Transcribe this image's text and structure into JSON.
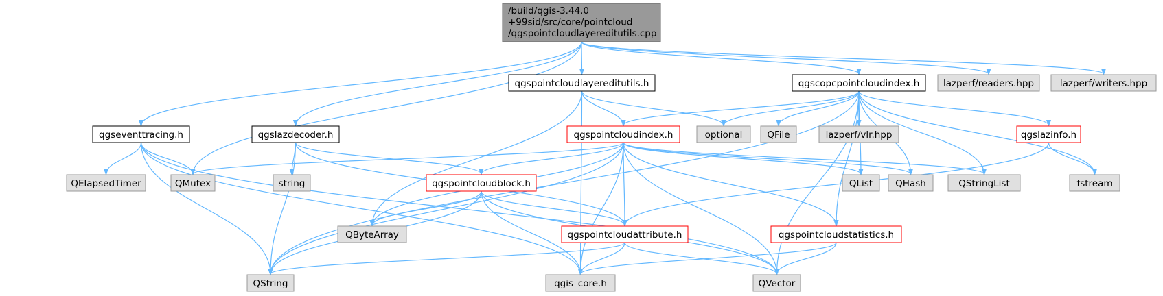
{
  "colors": {
    "root_fill": "#999999",
    "root_stroke": "#666666",
    "header_fill": "#ffffff",
    "header_stroke": "#000000",
    "red_stroke": "#ff0000",
    "external_fill": "#e0e0e0",
    "external_stroke": "#999999",
    "edge": "#63b8ff"
  },
  "nodes": [
    {
      "id": "root",
      "style": "root",
      "lines": [
        "/build/qgis-3.44.0",
        "+99sid/src/core/pointcloud",
        "/qgspointcloudlayereditutils.cpp"
      ]
    },
    {
      "id": "layereditutils_h",
      "style": "header",
      "lines": [
        "qgspointcloudlayereditutils.h"
      ]
    },
    {
      "id": "copcindex_h",
      "style": "header",
      "lines": [
        "qgscopcpointcloudindex.h"
      ]
    },
    {
      "id": "readers_hpp",
      "style": "external",
      "lines": [
        "lazperf/readers.hpp"
      ]
    },
    {
      "id": "writers_hpp",
      "style": "external",
      "lines": [
        "lazperf/writers.hpp"
      ]
    },
    {
      "id": "eventtracing_h",
      "style": "header",
      "lines": [
        "qgseventtracing.h"
      ]
    },
    {
      "id": "lazdecoder_h",
      "style": "header",
      "lines": [
        "qgslazdecoder.h"
      ]
    },
    {
      "id": "pcindex_h",
      "style": "red",
      "lines": [
        "qgspointcloudindex.h"
      ]
    },
    {
      "id": "optional",
      "style": "external",
      "lines": [
        "optional"
      ]
    },
    {
      "id": "qfile",
      "style": "external",
      "lines": [
        "QFile"
      ]
    },
    {
      "id": "vlr_hpp",
      "style": "external",
      "lines": [
        "lazperf/vlr.hpp"
      ]
    },
    {
      "id": "lazinfo_h",
      "style": "red",
      "lines": [
        "qgslazinfo.h"
      ]
    },
    {
      "id": "qelapsedtimer",
      "style": "external",
      "lines": [
        "QElapsedTimer"
      ]
    },
    {
      "id": "qmutex",
      "style": "external",
      "lines": [
        "QMutex"
      ]
    },
    {
      "id": "string",
      "style": "external",
      "lines": [
        "string"
      ]
    },
    {
      "id": "pcblock_h",
      "style": "red",
      "lines": [
        "qgspointcloudblock.h"
      ]
    },
    {
      "id": "qlist",
      "style": "external",
      "lines": [
        "QList"
      ]
    },
    {
      "id": "qhash",
      "style": "external",
      "lines": [
        "QHash"
      ]
    },
    {
      "id": "qstringlist",
      "style": "external",
      "lines": [
        "QStringList"
      ]
    },
    {
      "id": "fstream",
      "style": "external",
      "lines": [
        "fstream"
      ]
    },
    {
      "id": "qbytearray",
      "style": "external",
      "lines": [
        "QByteArray"
      ]
    },
    {
      "id": "pcattribute_h",
      "style": "red",
      "lines": [
        "qgspointcloudattribute.h"
      ]
    },
    {
      "id": "pcstatistics_h",
      "style": "red",
      "lines": [
        "qgspointcloudstatistics.h"
      ]
    },
    {
      "id": "qstring",
      "style": "external",
      "lines": [
        "QString"
      ]
    },
    {
      "id": "qgis_core_h",
      "style": "external",
      "lines": [
        "qgis_core.h"
      ]
    },
    {
      "id": "qvector",
      "style": "external",
      "lines": [
        "QVector"
      ]
    }
  ],
  "edges": [
    [
      "root",
      "layereditutils_h"
    ],
    [
      "root",
      "copcindex_h"
    ],
    [
      "root",
      "readers_hpp"
    ],
    [
      "root",
      "writers_hpp"
    ],
    [
      "root",
      "eventtracing_h"
    ],
    [
      "root",
      "lazdecoder_h"
    ],
    [
      "root",
      "qmutex"
    ],
    [
      "layereditutils_h",
      "pcindex_h"
    ],
    [
      "layereditutils_h",
      "optional"
    ],
    [
      "layereditutils_h",
      "qbytearray"
    ],
    [
      "layereditutils_h",
      "qgis_core_h"
    ],
    [
      "copcindex_h",
      "pcindex_h"
    ],
    [
      "copcindex_h",
      "optional"
    ],
    [
      "copcindex_h",
      "qfile"
    ],
    [
      "copcindex_h",
      "vlr_hpp"
    ],
    [
      "copcindex_h",
      "lazinfo_h"
    ],
    [
      "copcindex_h",
      "qlist"
    ],
    [
      "copcindex_h",
      "qhash"
    ],
    [
      "copcindex_h",
      "qstringlist"
    ],
    [
      "copcindex_h",
      "fstream"
    ],
    [
      "copcindex_h",
      "pcstatistics_h"
    ],
    [
      "copcindex_h",
      "qvector"
    ],
    [
      "copcindex_h",
      "qstring"
    ],
    [
      "eventtracing_h",
      "qelapsedtimer"
    ],
    [
      "eventtracing_h",
      "qmutex"
    ],
    [
      "eventtracing_h",
      "qstring"
    ],
    [
      "eventtracing_h",
      "qgis_core_h"
    ],
    [
      "eventtracing_h",
      "qvector"
    ],
    [
      "lazdecoder_h",
      "string"
    ],
    [
      "lazdecoder_h",
      "pcblock_h"
    ],
    [
      "lazdecoder_h",
      "pcattribute_h"
    ],
    [
      "lazdecoder_h",
      "qstring"
    ],
    [
      "pcindex_h",
      "qmutex"
    ],
    [
      "pcindex_h",
      "pcblock_h"
    ],
    [
      "pcindex_h",
      "qlist"
    ],
    [
      "pcindex_h",
      "qhash"
    ],
    [
      "pcindex_h",
      "qstringlist"
    ],
    [
      "pcindex_h",
      "qbytearray"
    ],
    [
      "pcindex_h",
      "pcattribute_h"
    ],
    [
      "pcindex_h",
      "pcstatistics_h"
    ],
    [
      "pcindex_h",
      "qstring"
    ],
    [
      "pcindex_h",
      "qgis_core_h"
    ],
    [
      "pcindex_h",
      "qvector"
    ],
    [
      "lazinfo_h",
      "fstream"
    ],
    [
      "lazinfo_h",
      "pcattribute_h"
    ],
    [
      "pcblock_h",
      "qbytearray"
    ],
    [
      "pcblock_h",
      "pcattribute_h"
    ],
    [
      "pcblock_h",
      "qstring"
    ],
    [
      "pcblock_h",
      "qgis_core_h"
    ],
    [
      "pcblock_h",
      "qvector"
    ],
    [
      "pcattribute_h",
      "qstring"
    ],
    [
      "pcattribute_h",
      "qgis_core_h"
    ],
    [
      "pcattribute_h",
      "qvector"
    ],
    [
      "pcstatistics_h",
      "qgis_core_h"
    ],
    [
      "pcstatistics_h",
      "qvector"
    ]
  ]
}
